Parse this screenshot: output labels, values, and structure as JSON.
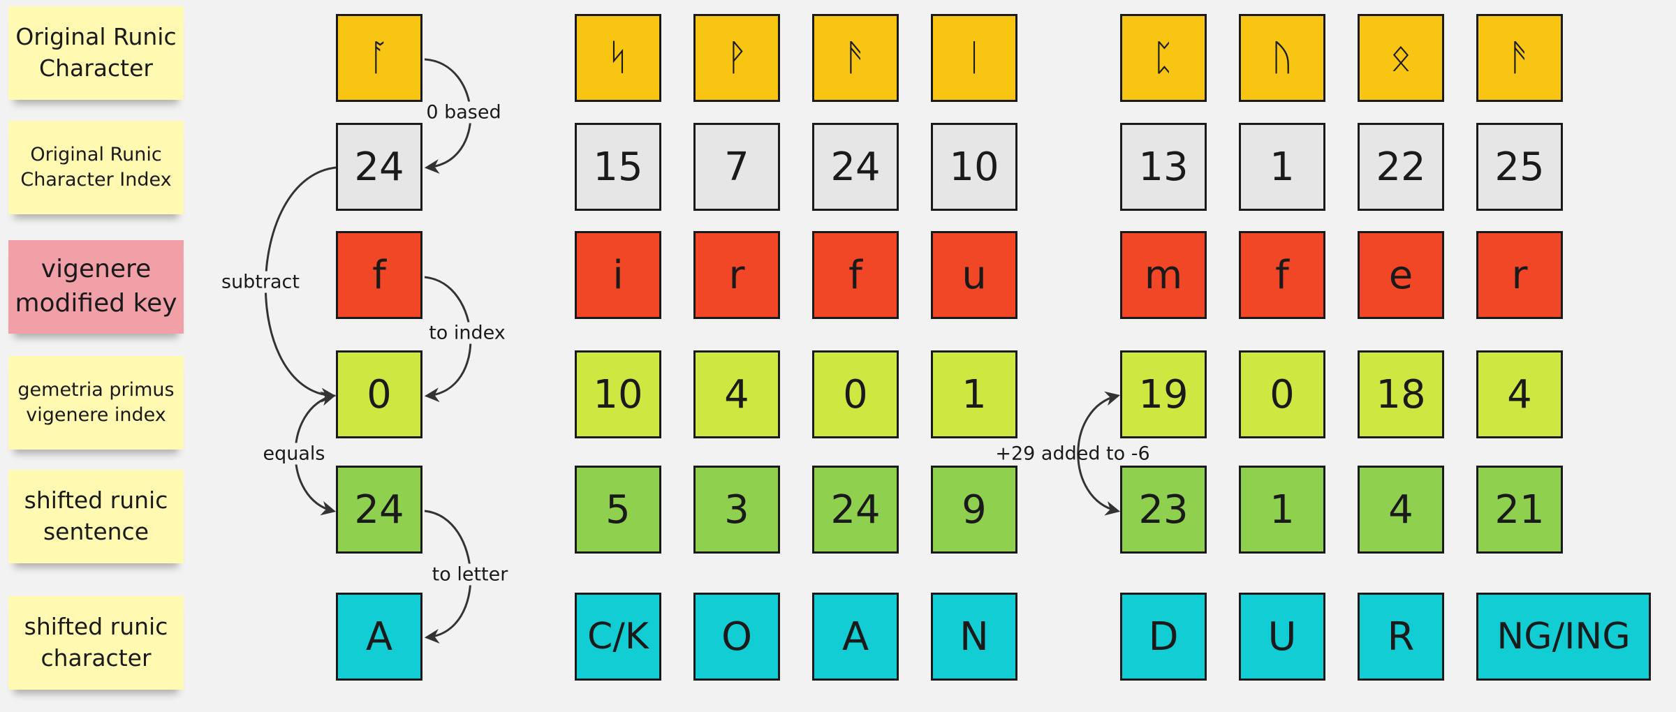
{
  "row_labels": [
    "Original Runic Character",
    "Original Runic Character Index",
    "vigenere modified key",
    "gemetria primus vigenere index",
    "shifted runic sentence",
    "shifted runic character"
  ],
  "columns": [
    {
      "rune": "ᚪ",
      "index": "24",
      "key": "f",
      "key_index": "0",
      "shifted": "24",
      "letter": "A"
    },
    {
      "rune": "ᛋ",
      "index": "15",
      "key": "i",
      "key_index": "10",
      "shifted": "5",
      "letter": "C/K"
    },
    {
      "rune": "ᚹ",
      "index": "7",
      "key": "r",
      "key_index": "4",
      "shifted": "3",
      "letter": "O"
    },
    {
      "rune": "ᚫ",
      "index": "24",
      "key": "f",
      "key_index": "0",
      "shifted": "24",
      "letter": "A"
    },
    {
      "rune": "ᛁ",
      "index": "10",
      "key": "u",
      "key_index": "1",
      "shifted": "9",
      "letter": "N"
    },
    {
      "rune": "ᛈ",
      "index": "13",
      "key": "m",
      "key_index": "19",
      "shifted": "23",
      "letter": "D"
    },
    {
      "rune": "ᚢ",
      "index": "1",
      "key": "f",
      "key_index": "0",
      "shifted": "1",
      "letter": "U"
    },
    {
      "rune": "ᛟ",
      "index": "22",
      "key": "e",
      "key_index": "18",
      "shifted": "4",
      "letter": "R"
    },
    {
      "rune": "ᚫ",
      "index": "25",
      "key": "r",
      "key_index": "4",
      "shifted": "21",
      "letter": "NG/ING"
    }
  ],
  "annotations": {
    "zero_based": "0 based",
    "subtract": "subtract",
    "to_index": "to index",
    "equals": "equals",
    "to_letter": "to letter",
    "added": "+29 added to -6"
  },
  "colors": {
    "rune": "#f8c612",
    "index": "#e6e6e6",
    "key": "#f24726",
    "key_index": "#cee741",
    "shifted": "#8fd14f",
    "letter": "#12cdd4",
    "sticky": "#fff9b1",
    "sticky_pink": "#f2a0a8"
  }
}
